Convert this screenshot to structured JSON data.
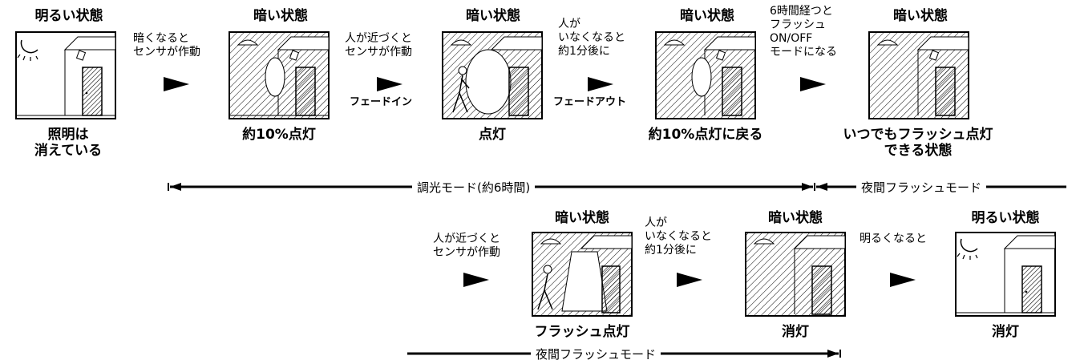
{
  "top": {
    "states": [
      "明るい状態",
      "暗い状態",
      "暗い状態",
      "暗い状態",
      "暗い状態"
    ],
    "captions": [
      "照明は\n消えている",
      "約10%点灯",
      "点灯",
      "約10%点灯に戻る",
      "いつでもフラッシュ点灯\nできる状態"
    ],
    "transitions": [
      {
        "text": "暗くなると\nセンサが作動",
        "op": ""
      },
      {
        "text": "人が近づくと\nセンサが作動",
        "op": "フェードイン"
      },
      {
        "text": "人が\nいなくなると\n約1分後に",
        "op": "フェードアウト"
      },
      {
        "text": "6時間経つと\nフラッシュ\nON/OFF\nモードになる",
        "op": ""
      }
    ]
  },
  "modes": {
    "dimming": "調光モード(約6時間)",
    "night_flash_top": "夜間フラッシュモード",
    "night_flash_bottom": "夜間フラッシュモード"
  },
  "bottom": {
    "states": [
      "暗い状態",
      "暗い状態",
      "明るい状態"
    ],
    "captions": [
      "フラッシュ点灯",
      "消灯",
      "消灯"
    ],
    "transitions": [
      "人が近づくと\nセンサが作動",
      "人が\nいなくなると\n約1分後に",
      "明るくなると"
    ]
  }
}
